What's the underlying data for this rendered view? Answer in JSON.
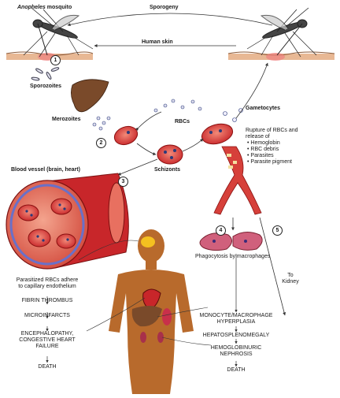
{
  "title_species": "Anopheles",
  "title_rest": " mosquito",
  "sporogeny": "Sporogeny",
  "human_skin": "Human skin",
  "sporozoites": "Sporozoites",
  "merozoites": "Merozoites",
  "rbcs": "RBCs",
  "schizonts": "Schizonts",
  "gametocytes": "Gametocytes",
  "rupture_line1": "Rupture of RBCs and",
  "rupture_line2": "release of",
  "release_items": [
    "Hemoglobin",
    "RBC debris",
    "Parasites",
    "Parasite pigment"
  ],
  "blood_vessel": "Blood vessel (brain, heart)",
  "adhere_line1": "Parasitized RBCs adhere",
  "adhere_line2": "to capillary endothelium",
  "left_chain": [
    "FIBRIN THROMBUS",
    "MICROINFARCTS",
    "ENCEPHALOPATHY,",
    "CONGESTIVE HEART",
    "FAILURE",
    "DEATH"
  ],
  "phagocytosis": "Phagocytosis by macrophages",
  "to_kidney_1": "To",
  "to_kidney_2": "Kidney",
  "right_chain": [
    "MONOCYTE/MACROPHAGE",
    "HYPERPLASIA",
    "HEPATOSPLENOMEGALY",
    "HEMOGLOBINURIC",
    "NEPHROSIS",
    "DEATH"
  ],
  "step_numbers": [
    "1",
    "2",
    "3",
    "4",
    "5"
  ],
  "colors": {
    "rbc": "#d8302c",
    "rbc_light": "#ef6a5c",
    "vessel": "#c8262a",
    "vessel_inner": "#f29a86",
    "liver": "#7a4a2a",
    "skin_body": "#b86a2c",
    "parasite": "#2a3a7a",
    "endothelium": "#6a70c8"
  }
}
